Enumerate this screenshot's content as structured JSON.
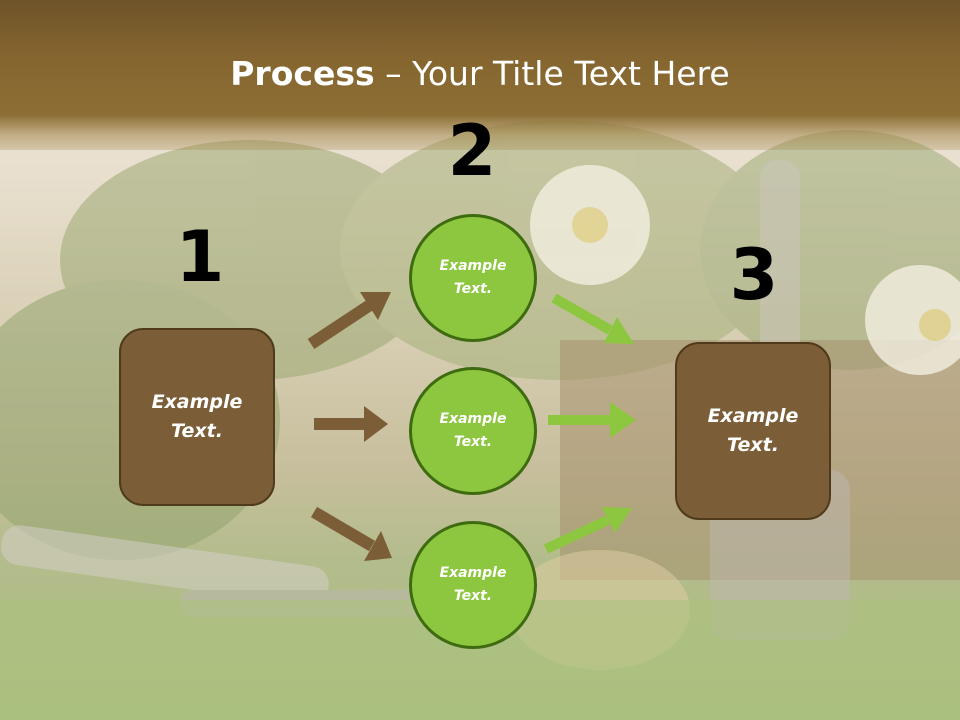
{
  "title": {
    "bold": "Process",
    "rest": " – Your Title Text Here"
  },
  "steps": [
    {
      "number": "1",
      "text": "Example\nText."
    },
    {
      "number": "2",
      "text": ""
    },
    {
      "number": "3",
      "text": "Example\nText."
    }
  ],
  "circles": [
    {
      "text": "Example\nText."
    },
    {
      "text": "Example\nText."
    },
    {
      "text": "Example\nText."
    }
  ],
  "colors": {
    "brown": "#7b5d37",
    "green": "#8dc63f",
    "arrow_brown": "#7b5d37",
    "arrow_green": "#8dc63f"
  }
}
